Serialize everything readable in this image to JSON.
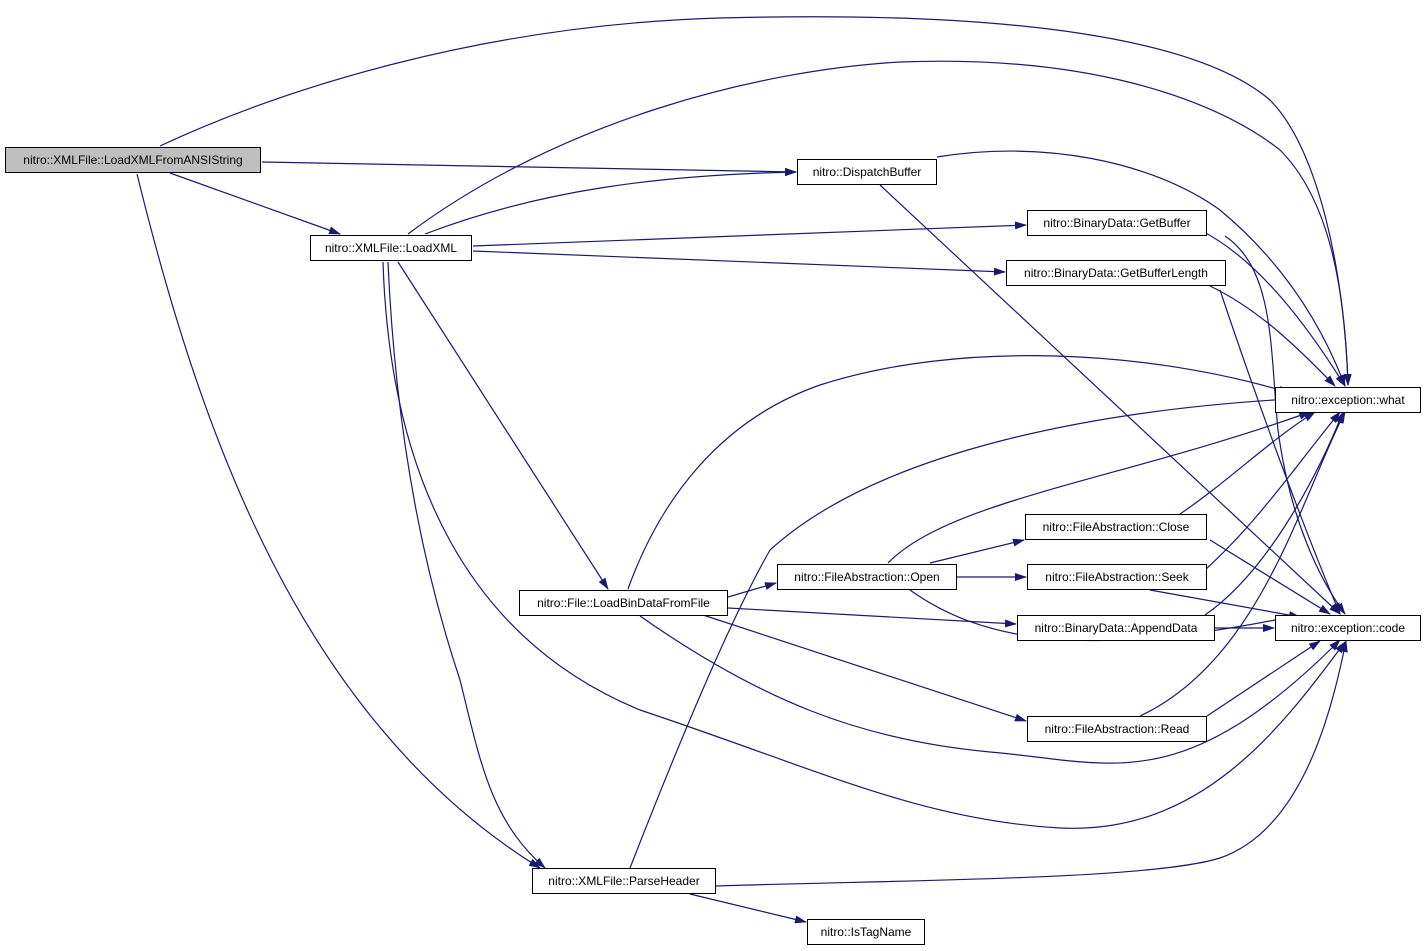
{
  "graph": {
    "edge_color": "#191970",
    "root_fill": "#bfbfbf",
    "node_fill": "#ffffff",
    "nodes": {
      "loadxmlfromansistring": "nitro::XMLFile::LoadXMLFromANSIString",
      "loadxml": "nitro::XMLFile::LoadXML",
      "dispatchbuffer": "nitro::DispatchBuffer",
      "getbuffer": "nitro::BinaryData::GetBuffer",
      "getbufferlength": "nitro::BinaryData::GetBufferLength",
      "exception_what": "nitro::exception::what",
      "exception_code": "nitro::exception::code",
      "loadbindatafromfile": "nitro::File::LoadBinDataFromFile",
      "fa_open": "nitro::FileAbstraction::Open",
      "fa_close": "nitro::FileAbstraction::Close",
      "fa_seek": "nitro::FileAbstraction::Seek",
      "appenddata": "nitro::BinaryData::AppendData",
      "fa_read": "nitro::FileAbstraction::Read",
      "parseheader": "nitro::XMLFile::ParseHeader",
      "istagname": "nitro::IsTagName"
    },
    "edges": [
      [
        "loadxmlfromansistring",
        "exception_what"
      ],
      [
        "loadxmlfromansistring",
        "dispatchbuffer"
      ],
      [
        "loadxmlfromansistring",
        "loadxml"
      ],
      [
        "loadxmlfromansistring",
        "parseheader"
      ],
      [
        "loadxml",
        "exception_what"
      ],
      [
        "loadxml",
        "dispatchbuffer"
      ],
      [
        "loadxml",
        "getbuffer"
      ],
      [
        "loadxml",
        "getbufferlength"
      ],
      [
        "loadxml",
        "loadbindatafromfile"
      ],
      [
        "loadxml",
        "parseheader"
      ],
      [
        "loadxml",
        "exception_code"
      ],
      [
        "dispatchbuffer",
        "exception_what"
      ],
      [
        "dispatchbuffer",
        "exception_code"
      ],
      [
        "getbuffer",
        "exception_what"
      ],
      [
        "getbuffer",
        "exception_code"
      ],
      [
        "getbufferlength",
        "exception_what"
      ],
      [
        "getbufferlength",
        "exception_code"
      ],
      [
        "loadbindatafromfile",
        "exception_what"
      ],
      [
        "loadbindatafromfile",
        "fa_open"
      ],
      [
        "loadbindatafromfile",
        "appenddata"
      ],
      [
        "loadbindatafromfile",
        "fa_read"
      ],
      [
        "loadbindatafromfile",
        "exception_code"
      ],
      [
        "fa_open",
        "fa_close"
      ],
      [
        "fa_open",
        "fa_seek"
      ],
      [
        "fa_open",
        "exception_what"
      ],
      [
        "fa_open",
        "exception_code"
      ],
      [
        "fa_close",
        "exception_what"
      ],
      [
        "fa_close",
        "exception_code"
      ],
      [
        "fa_seek",
        "exception_what"
      ],
      [
        "fa_seek",
        "exception_code"
      ],
      [
        "appenddata",
        "exception_what"
      ],
      [
        "appenddata",
        "exception_code"
      ],
      [
        "fa_read",
        "exception_what"
      ],
      [
        "fa_read",
        "exception_code"
      ],
      [
        "parseheader",
        "exception_what"
      ],
      [
        "parseheader",
        "exception_code"
      ],
      [
        "parseheader",
        "istagname"
      ]
    ]
  }
}
